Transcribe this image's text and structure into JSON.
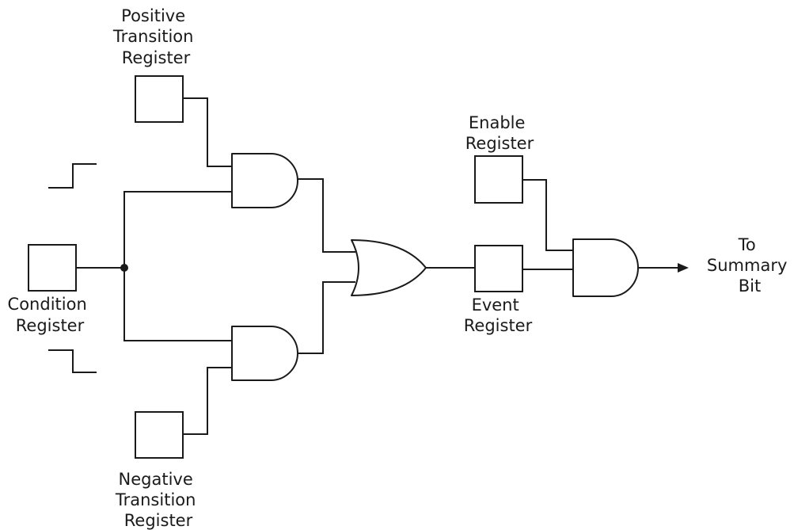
{
  "positive_transition_register": {
    "line1": "Positive",
    "line2": "Transition",
    "line3": "Register"
  },
  "negative_transition_register": {
    "line1": "Negative",
    "line2": "Transition",
    "line3": "Register"
  },
  "condition_register": {
    "line1": "Condition",
    "line2": "Register"
  },
  "enable_register": {
    "line1": "Enable",
    "line2": "Register"
  },
  "event_register": {
    "line1": "Event",
    "line2": "Register"
  },
  "output": {
    "line1": "To",
    "line2": "Summary",
    "line3": "Bit"
  },
  "colors": {
    "ink": "#1a1a1a",
    "background": "#ffffff"
  }
}
